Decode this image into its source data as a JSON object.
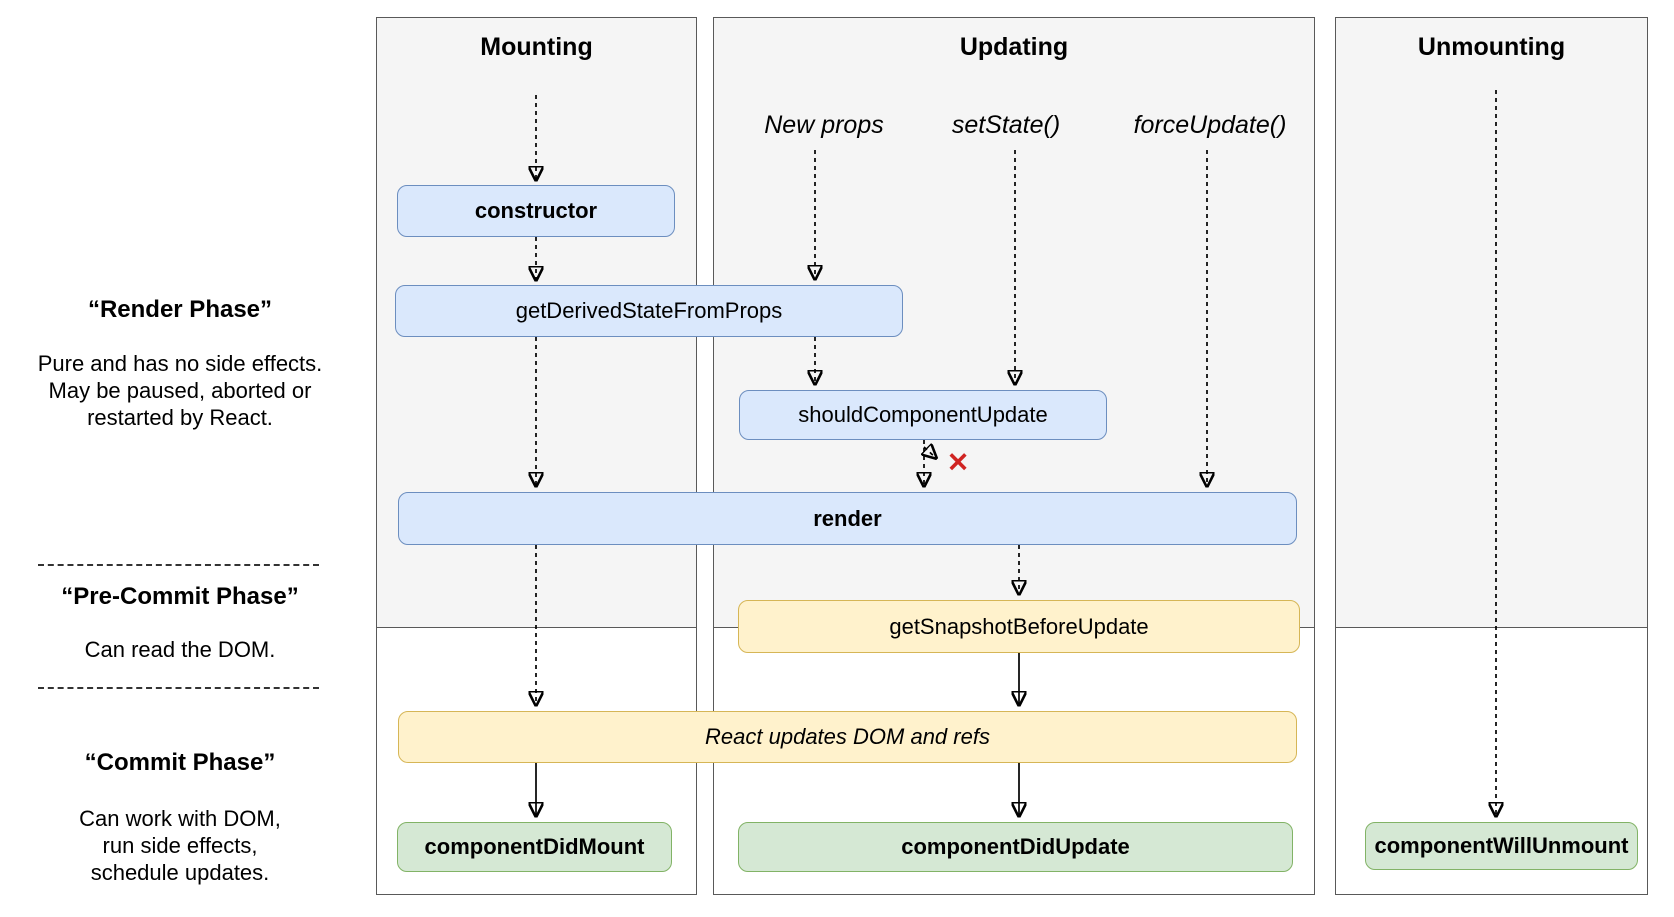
{
  "sidebar": {
    "sections": [
      {
        "title": "“Render Phase”",
        "description": "Pure and has no side effects.\nMay be paused, aborted or\nrestarted by React."
      },
      {
        "title": "“Pre-Commit Phase”",
        "description": "Can read the DOM."
      },
      {
        "title": "“Commit Phase”",
        "description": "Can work with DOM,\nrun side effects,\nschedule updates."
      }
    ]
  },
  "columns": {
    "mounting": {
      "title": "Mounting"
    },
    "updating": {
      "title": "Updating",
      "triggers": [
        {
          "label": "New props"
        },
        {
          "label": "setState()"
        },
        {
          "label": "forceUpdate()"
        }
      ]
    },
    "unmounting": {
      "title": "Unmounting"
    }
  },
  "nodes": {
    "constructor_node": {
      "label": "constructor"
    },
    "get_derived_state": {
      "label": "getDerivedStateFromProps"
    },
    "should_component_update": {
      "label": "shouldComponentUpdate"
    },
    "render_node": {
      "label": "render"
    },
    "get_snapshot_before_update": {
      "label": "getSnapshotBeforeUpdate"
    },
    "react_updates_dom": {
      "label": "React updates DOM and refs"
    },
    "component_did_mount": {
      "label": "componentDidMount"
    },
    "component_did_update": {
      "label": "componentDidUpdate"
    },
    "component_will_unmount": {
      "label": "componentWillUnmount"
    }
  },
  "icons": {
    "skip_render_x": "✕"
  },
  "colors": {
    "column_background": "#f5f5f5",
    "column_border": "#595959",
    "box_blue": "#dae8fc",
    "box_blue_border": "#6c8ebf",
    "box_yellow": "#fff2cc",
    "box_yellow_border": "#d6b656",
    "box_green": "#d5e8d4",
    "box_green_border": "#82b366",
    "arrow": "#000000",
    "x_red": "#d02422"
  }
}
